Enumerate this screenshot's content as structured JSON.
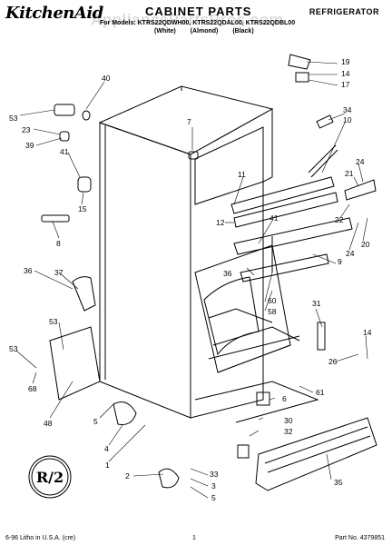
{
  "header": {
    "brand": "KitchenAid",
    "title": "CABINET PARTS",
    "category": "REFRIGERATOR",
    "models": "For Models: KTRS22QDWH00, KTRS22QDAL00, KTRS22QDBL00",
    "colors": "(White) (Almond) (Black)",
    "watermark": "AppliancePartsPros.com"
  },
  "callouts": [
    "40",
    "53",
    "23",
    "39",
    "41",
    "15",
    "8",
    "36",
    "37",
    "53",
    "53",
    "68",
    "48",
    "5",
    "4",
    "1",
    "2",
    "33",
    "3",
    "5",
    "7",
    "11",
    "12",
    "41",
    "36",
    "60",
    "58",
    "9",
    "19",
    "14",
    "17",
    "34",
    "10",
    "24",
    "21",
    "22",
    "20",
    "24",
    "31",
    "14",
    "26",
    "61",
    "6",
    "30",
    "32",
    "35"
  ],
  "badge": "R/2",
  "footer": {
    "left": "6-96 Litho in U.S.A. (cre)",
    "center": "1",
    "right": "Part No. 4379851"
  }
}
